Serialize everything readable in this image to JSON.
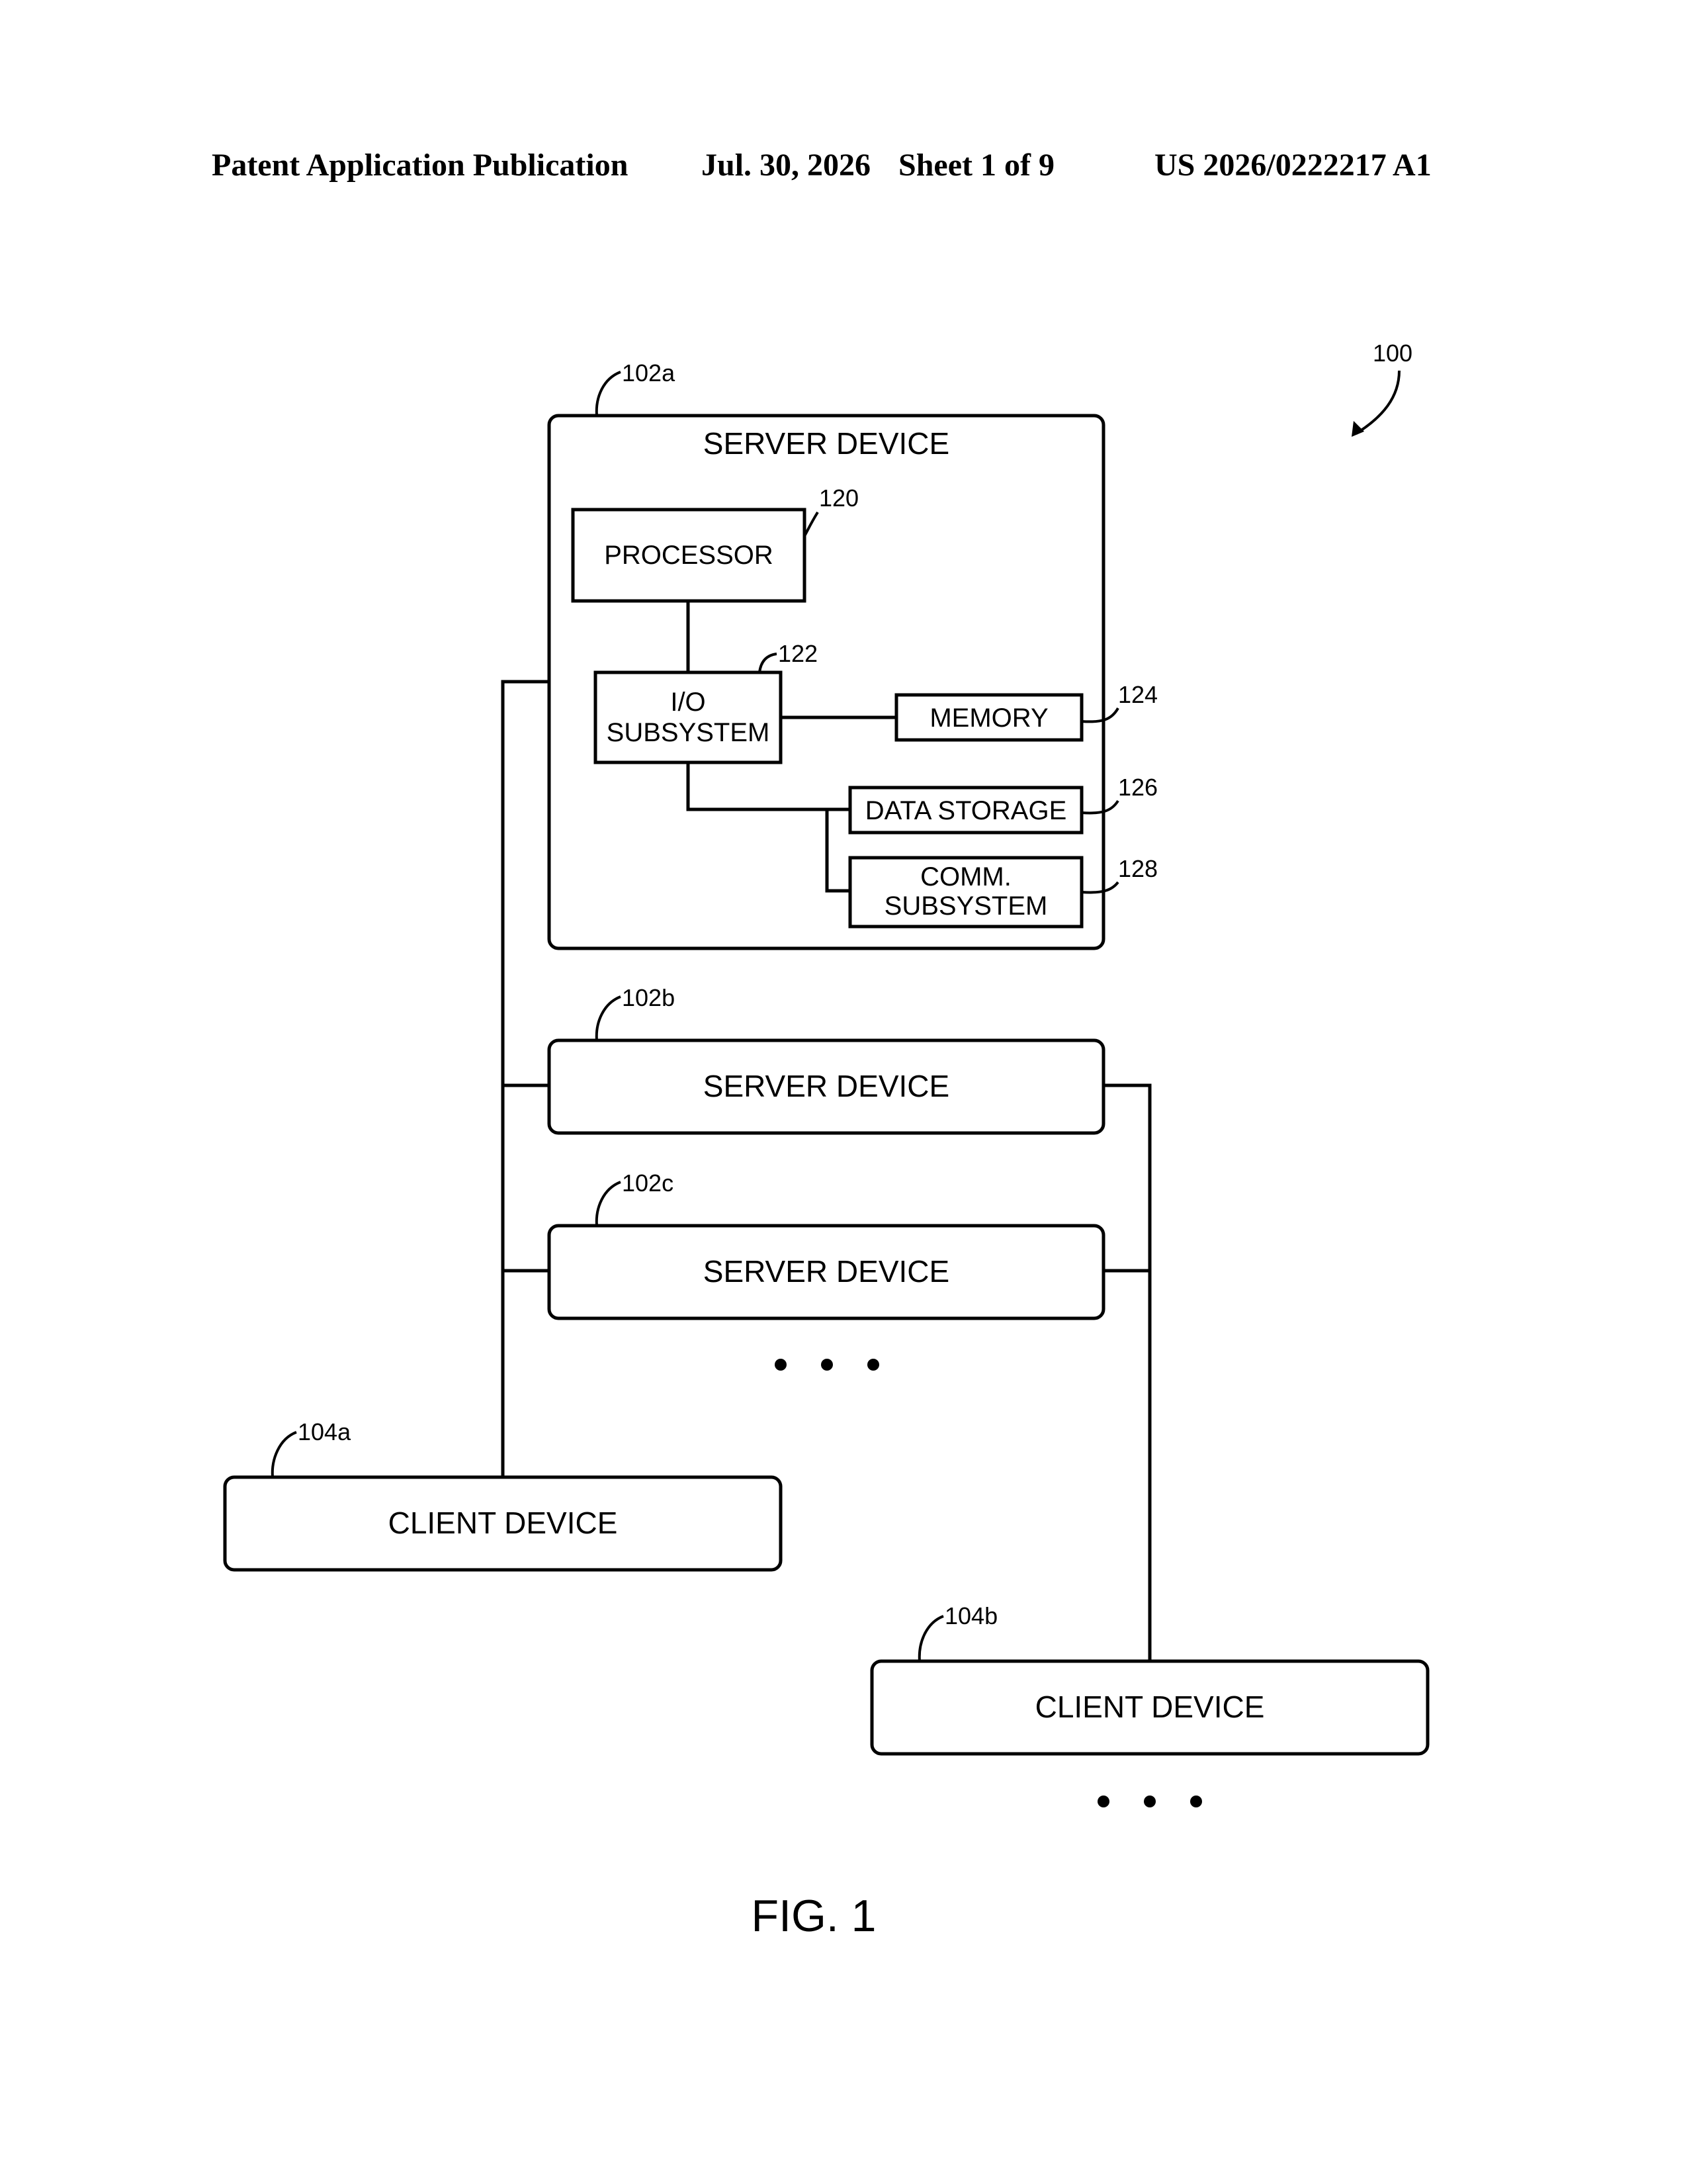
{
  "header": {
    "publication": "Patent Application Publication",
    "date": "Jul. 30, 2026",
    "sheet": "Sheet 1 of 9",
    "number": "US 2026/0222217 A1"
  },
  "diagram": {
    "system_ref": "100",
    "server_a": {
      "ref": "102a",
      "label": "SERVER DEVICE",
      "processor": {
        "ref": "120",
        "label": "PROCESSOR"
      },
      "io": {
        "ref": "122",
        "line1": "I/O",
        "line2": "SUBSYSTEM"
      },
      "memory": {
        "ref": "124",
        "label": "MEMORY"
      },
      "storage": {
        "ref": "126",
        "label": "DATA STORAGE"
      },
      "comm": {
        "ref": "128",
        "line1": "COMM.",
        "line2": "SUBSYSTEM"
      }
    },
    "server_b": {
      "ref": "102b",
      "label": "SERVER DEVICE"
    },
    "server_c": {
      "ref": "102c",
      "label": "SERVER DEVICE"
    },
    "client_a": {
      "ref": "104a",
      "label": "CLIENT DEVICE"
    },
    "client_b": {
      "ref": "104b",
      "label": "CLIENT DEVICE"
    }
  },
  "figure_label": "FIG. 1"
}
